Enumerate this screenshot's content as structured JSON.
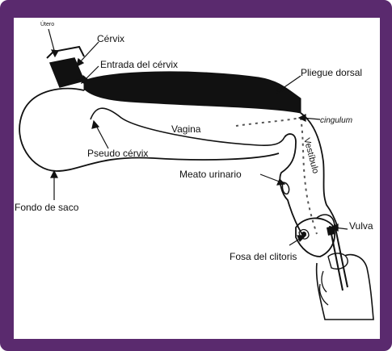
{
  "labels": {
    "utero": "Útero",
    "cervix": "Cérvix",
    "entrada_cervix": "Entrada del cérvix",
    "pliegue_dorsal": "Pliegue dorsal",
    "cingulum": "cingulum",
    "vagina": "Vagina",
    "pseudo_cervix": "Pseudo cérvix",
    "vestibulo": "Vestíbulo",
    "meato_urinario": "Meato urinario",
    "fondo_de_saco": "Fondo de saco",
    "vulva": "Vulva",
    "fosa_clitoris": "Fosa del clitoris"
  },
  "colors": {
    "border": "#5a2a6e",
    "background": "#ffffff",
    "ink": "#111111"
  }
}
